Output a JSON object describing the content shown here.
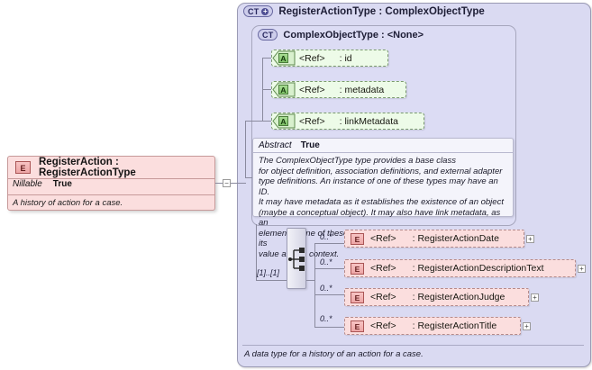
{
  "diagram": {
    "kind": "xsd-schema-diagram",
    "colors": {
      "panel_fill": "#dadaf2",
      "panel_border": "#9a9ab4",
      "element_fill": "#fbdede",
      "element_border": "#b58b8b",
      "attribute_fill": "#edfbe8",
      "attribute_border": "#7a9a6e",
      "doc_fill": "#f4f4fb",
      "connector": "#8a8a9e"
    }
  },
  "left_element": {
    "icon": "element-icon",
    "icon_label": "E",
    "title": "RegisterAction : RegisterActionType",
    "property_key": "Nillable",
    "property_value": "True",
    "documentation": "A history of action for a case.",
    "collapse_toggle": "−"
  },
  "complex_type_panel": {
    "badge": "CT",
    "badge_has_plus": true,
    "title": "RegisterActionType : ComplexObjectType",
    "base_panel": {
      "badge": "CT",
      "badge_has_plus": false,
      "title": "ComplexObjectType : <None>",
      "attributes": [
        {
          "icon_label": "A",
          "ref": "<Ref>",
          "name": ": id"
        },
        {
          "icon_label": "A",
          "ref": "<Ref>",
          "name": ": metadata"
        },
        {
          "icon_label": "A",
          "ref": "<Ref>",
          "name": ": linkMetadata"
        }
      ],
      "abstract_key": "Abstract",
      "abstract_value": "True",
      "documentation": "The ComplexObjectType type provides a base class for object definition, association definitions, and external adapter type definitions. An instance of one of these types may have an ID. It may have metadata as it establishes the existence of an object (maybe a conceptual object). It may also have link metadata, as an element of one of these types establishes a relationship between its value and its context.",
      "documentation_lines": [
        "The ComplexObjectType type provides a base class",
        "for object definition, association definitions, and external adapter",
        "type definitions. An instance of one of these types may have an ID.",
        "It may have metadata as it establishes the existence of an object",
        "(maybe a conceptual object). It may also have link metadata, as an",
        "element of one of these types establishes a relationship between its",
        "value and its context."
      ]
    },
    "compositor": {
      "type": "all",
      "icon": "all-compositor-icon",
      "occurrence": "[1]..[1]"
    },
    "elements": [
      {
        "occurrence": "0..*",
        "icon_label": "E",
        "ref": "<Ref>",
        "name": ": RegisterActionDate",
        "expand_toggle": "+"
      },
      {
        "occurrence": "0..*",
        "icon_label": "E",
        "ref": "<Ref>",
        "name": ": RegisterActionDescriptionText",
        "expand_toggle": "+"
      },
      {
        "occurrence": "0..*",
        "icon_label": "E",
        "ref": "<Ref>",
        "name": ": RegisterActionJudge",
        "expand_toggle": "+"
      },
      {
        "occurrence": "0..*",
        "icon_label": "E",
        "ref": "<Ref>",
        "name": ": RegisterActionTitle",
        "expand_toggle": "+"
      }
    ],
    "footer_documentation": "A data type for a history of an action for a case."
  }
}
